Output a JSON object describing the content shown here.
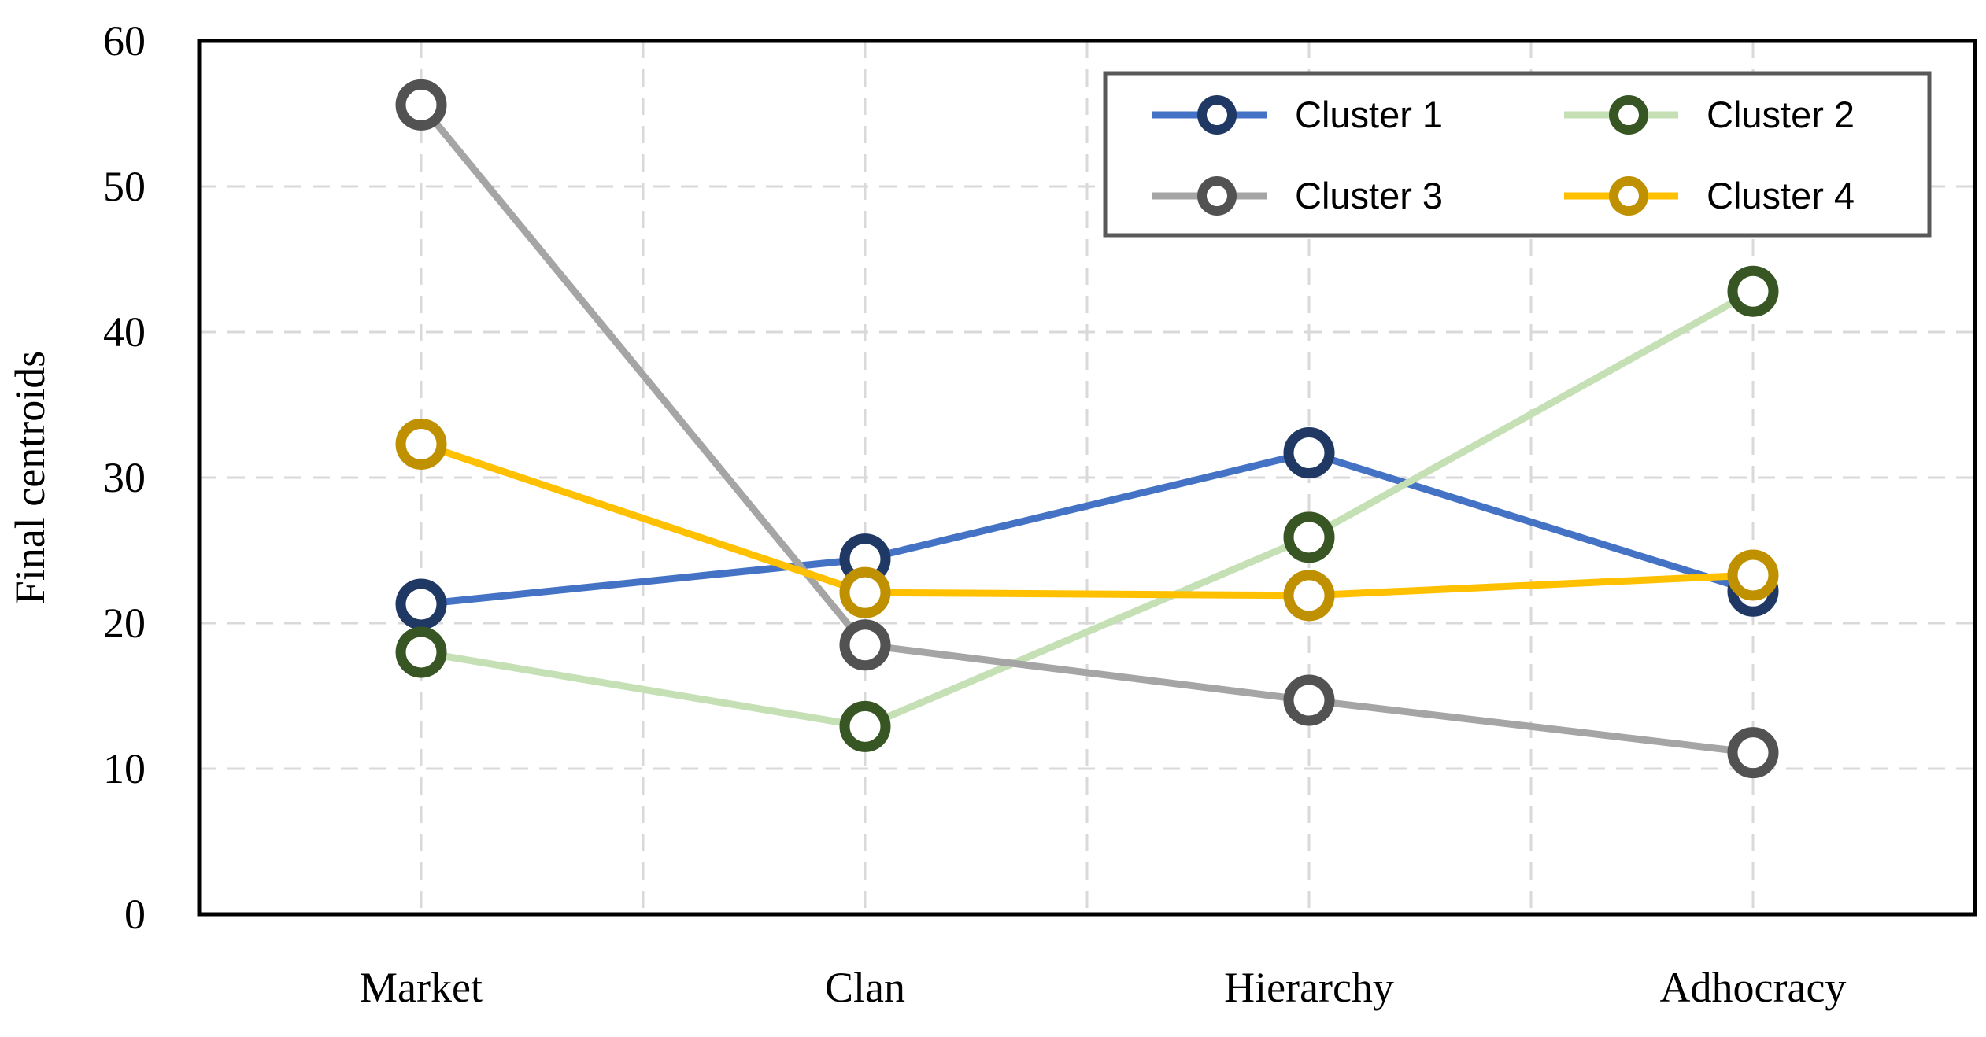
{
  "chart_data": {
    "type": "line",
    "title": "",
    "xlabel": "",
    "ylabel": "Final centroids",
    "categories": [
      "Market",
      "Clan",
      "Hierarchy",
      "Adhocracy"
    ],
    "ylim": [
      0,
      60
    ],
    "yticks": [
      0,
      10,
      20,
      30,
      40,
      50,
      60
    ],
    "grid": true,
    "legend_position": "top-right",
    "series": [
      {
        "name": "Cluster 1",
        "values": [
          21.3,
          24.4,
          31.7,
          22.2
        ],
        "line_color": "#4472C4",
        "marker_color": "#203864"
      },
      {
        "name": "Cluster 2",
        "values": [
          18.0,
          12.9,
          25.9,
          42.8
        ],
        "line_color": "#C5E0B4",
        "marker_color": "#375623"
      },
      {
        "name": "Cluster 3",
        "values": [
          55.6,
          18.5,
          14.7,
          11.1
        ],
        "line_color": "#A5A5A5",
        "marker_color": "#525252"
      },
      {
        "name": "Cluster 4",
        "values": [
          32.3,
          22.1,
          21.9,
          23.3
        ],
        "line_color": "#FFC000",
        "marker_color": "#BF9000"
      }
    ]
  }
}
